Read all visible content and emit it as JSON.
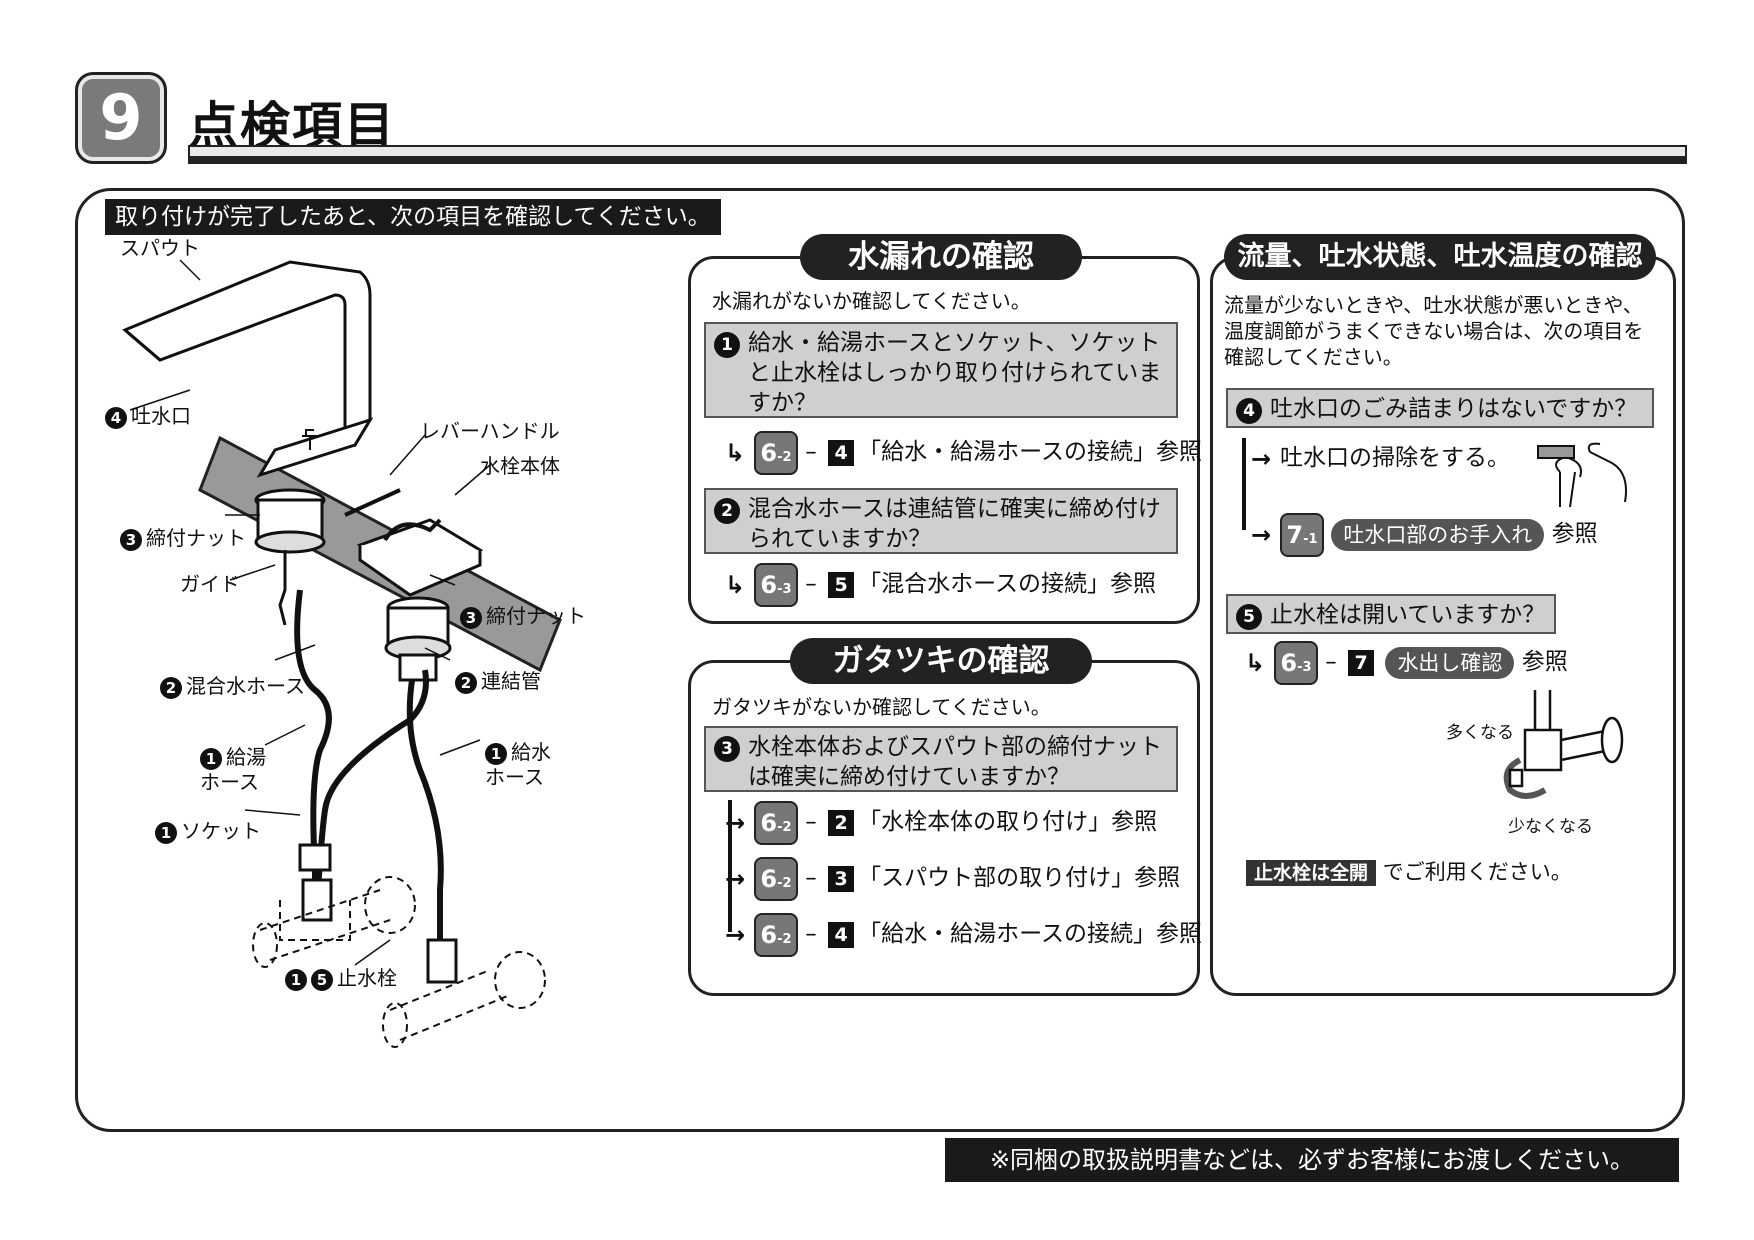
{
  "header": {
    "section_number": "9",
    "title": "点検項目"
  },
  "intro_banner": "取り付けが完了したあと、次の項目を確認してください。",
  "diagram_labels": {
    "spout": "スパウト",
    "outlet": "吐水口",
    "lever_handle": "レバーハンドル",
    "faucet_body": "水栓本体",
    "nut_left": "締付ナット",
    "guide": "ガイド",
    "nut_right": "締付ナット",
    "mixed_hose": "混合水ホース",
    "connecting_pipe": "連結管",
    "hot_hose": "給湯\nホース",
    "cold_hose": "給水\nホース",
    "socket": "ソケット",
    "stop_valve": "止水栓"
  },
  "leak_panel": {
    "title": "水漏れの確認",
    "intro": "水漏れがないか確認してください。",
    "q1": "給水・給湯ホースとソケット、ソケットと止水栓はしっかり取り付けられていますか？",
    "q1_ref": {
      "badge": "6",
      "sub": "-2",
      "step": "4",
      "text": "「給水・給湯ホースの接続」参照"
    },
    "q2": "混合水ホースは連結管に確実に締め付けられていますか？",
    "q2_ref": {
      "badge": "6",
      "sub": "-3",
      "step": "5",
      "text": "「混合水ホースの接続」参照"
    }
  },
  "wobble_panel": {
    "title": "ガタツキの確認",
    "intro": "ガタツキがないか確認してください。",
    "q3": "水栓本体およびスパウト部の締付ナットは確実に締め付けていますか？",
    "refs": [
      {
        "badge": "6",
        "sub": "-2",
        "step": "2",
        "text": "「水栓本体の取り付け」参照"
      },
      {
        "badge": "6",
        "sub": "-2",
        "step": "3",
        "text": "「スパウト部の取り付け」参照"
      },
      {
        "badge": "6",
        "sub": "-2",
        "step": "4",
        "text": "「給水・給湯ホースの接続」参照"
      }
    ]
  },
  "flow_panel": {
    "title": "流量、吐水状態、吐水温度の確認",
    "intro": "流量が少ないときや、吐水状態が悪いときや、温度調節がうまくできない場合は、次の項目を確認してください。",
    "q4": "吐水口のごみ詰まりはないですか？",
    "q4_action": "吐水口の掃除をする。",
    "q4_ref": {
      "badge": "7",
      "sub": "-1",
      "chip": "吐水口部のお手入れ",
      "text": "参照"
    },
    "q5": "止水栓は開いていますか？",
    "q5_ref": {
      "badge": "6",
      "sub": "-3",
      "step": "7",
      "chip": "水出し確認",
      "text": "参照"
    },
    "more": "多くなる",
    "less": "少なくなる",
    "valve_note_badge": "止水栓は全開",
    "valve_note_text": "でご利用ください。"
  },
  "footer": "※同梱の取扱説明書などは、必ずお客様にお渡しください。"
}
